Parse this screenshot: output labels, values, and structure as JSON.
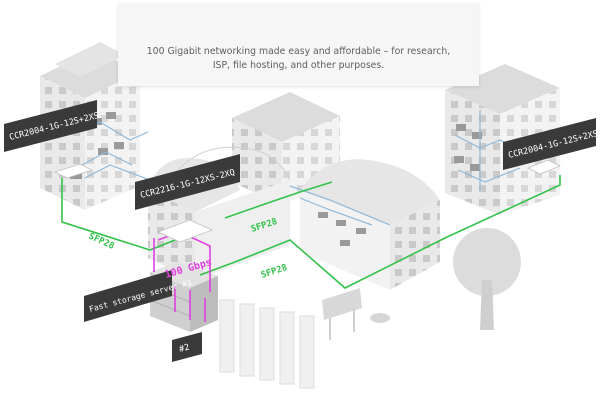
{
  "caption": {
    "line1": "100 Gigabit networking made easy and affordable – for research,",
    "line2": "ISP, file hosting, and other purposes."
  },
  "devices": {
    "left_router": "CCR2004-1G-12S+2XS",
    "right_router": "CCR2004-1G-12S+2XS",
    "center_router": "CCR2216-1G-12XS-2XQ"
  },
  "links": {
    "sfp28_left": "SFP28",
    "sfp28_center": "SFP28",
    "sfp28_bottom": "SFP28",
    "speed": "100 Gbps"
  },
  "storage": {
    "server1": "Fast storage server #1",
    "server2": "#2"
  },
  "colors": {
    "sfp28_link": "#33c24a",
    "speed_link": "#e03fe0",
    "fiber": "#8fb8d8",
    "label_bg": "#3a3a3a"
  }
}
